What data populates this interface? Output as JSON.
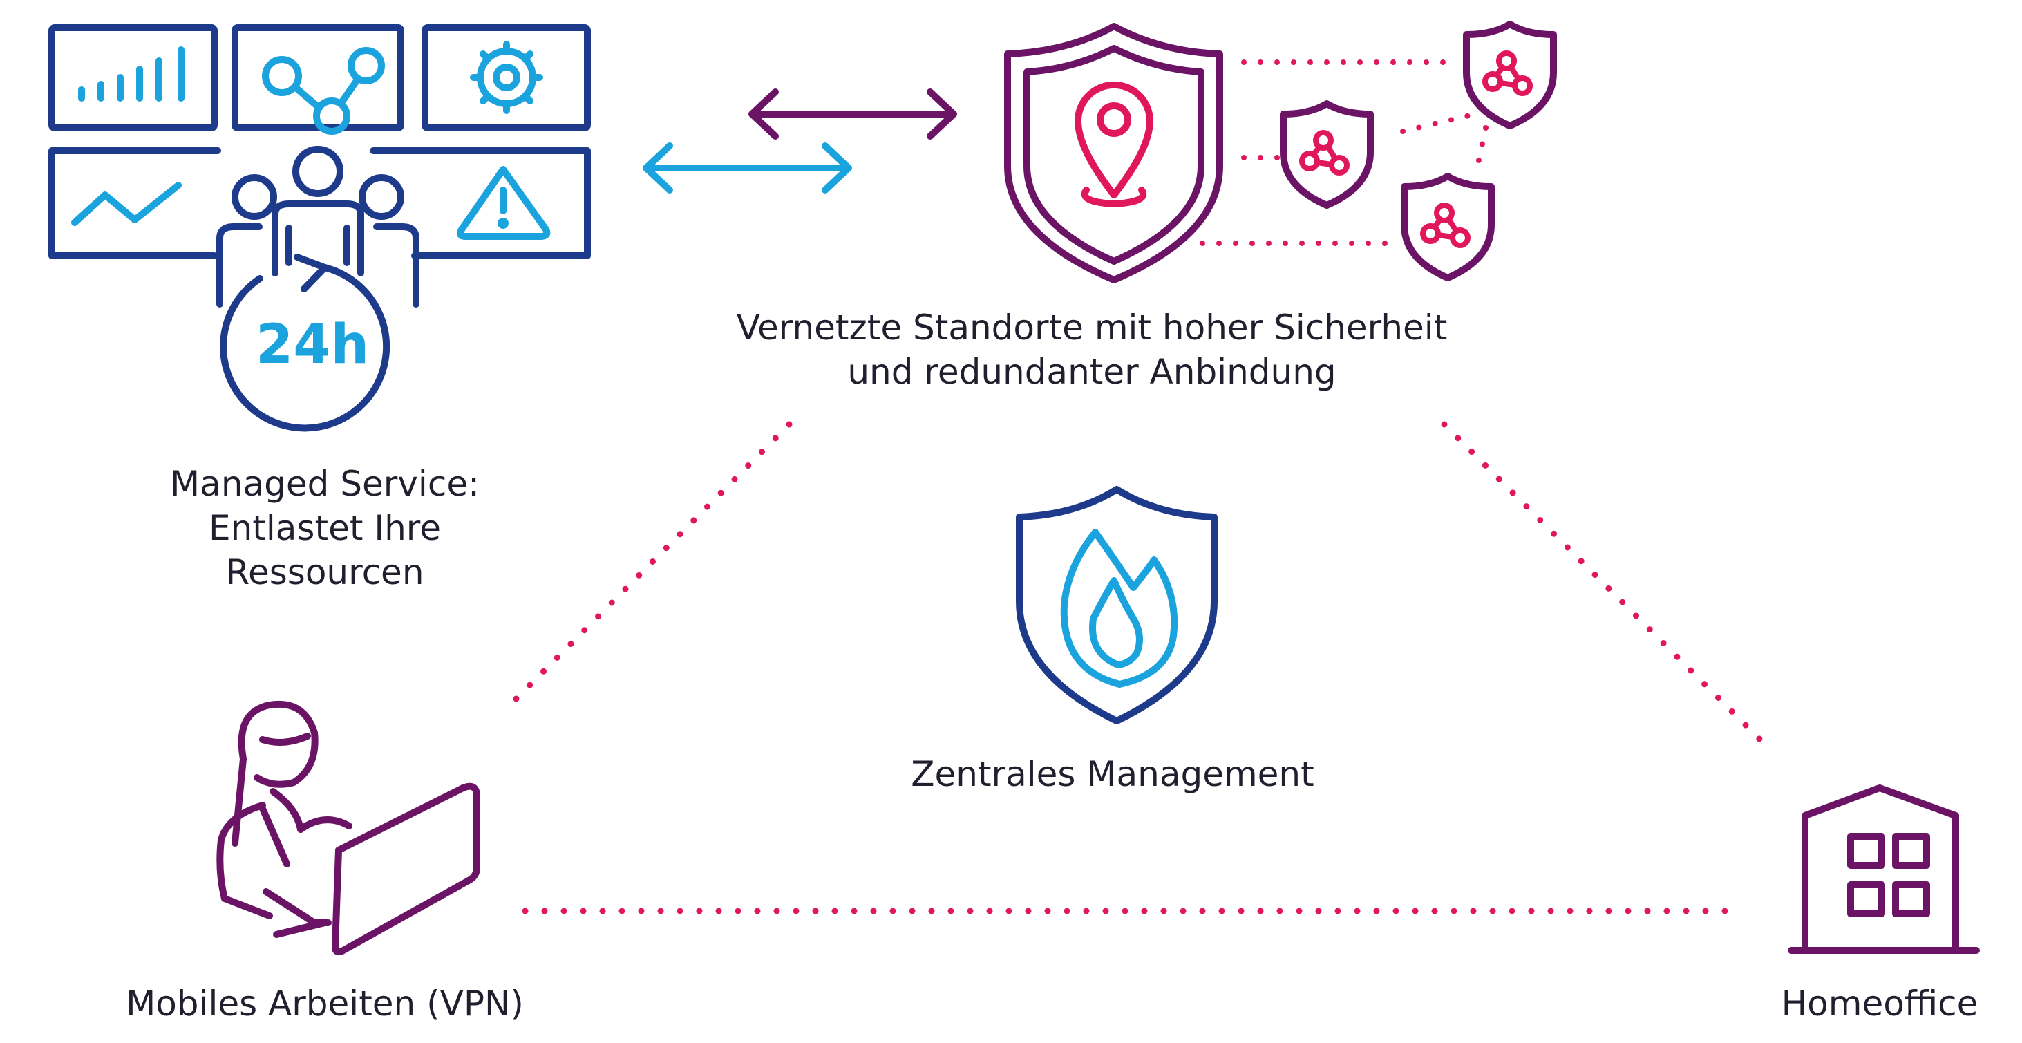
{
  "labels": {
    "managed_service": {
      "line1": "Managed Service:",
      "line2": "Entlastet Ihre",
      "line3": "Ressourcen"
    },
    "vernetzte": {
      "line1": "Vernetzte Standorte mit hoher Sicherheit",
      "line2": "und redundanter Anbindung"
    },
    "zentrales": "Zentrales Management",
    "mobiles": "Mobiles Arbeiten (VPN)",
    "homeoffice": "Homeoffice"
  },
  "clock_text": "24h",
  "colors": {
    "navy": "#1e3a8a",
    "cyan": "#1aa3dd",
    "purple": "#6b1466",
    "pink": "#e0185b"
  },
  "icons": [
    "monitor-wall-icon",
    "bar-chart-icon",
    "network-nodes-icon",
    "gear-icon",
    "line-chart-icon",
    "warning-icon",
    "team-icon",
    "clock-24h-icon",
    "double-arrow-icon",
    "location-shield-icon",
    "network-shield-icon",
    "firewall-shield-icon",
    "person-laptop-icon",
    "building-icon"
  ]
}
